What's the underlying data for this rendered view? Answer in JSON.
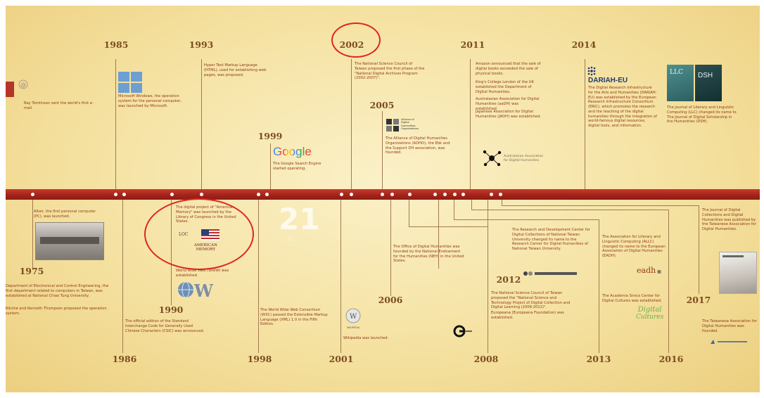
{
  "years": [
    {
      "id": "1975",
      "label": "1975"
    },
    {
      "id": "1985",
      "label": "1985"
    },
    {
      "id": "1986",
      "label": "1986"
    },
    {
      "id": "1990",
      "label": "1990"
    },
    {
      "id": "1993",
      "label": "1993"
    },
    {
      "id": "1998",
      "label": "1998"
    },
    {
      "id": "1999",
      "label": "1999"
    },
    {
      "id": "2001",
      "label": "2001"
    },
    {
      "id": "2002",
      "label": "2002"
    },
    {
      "id": "2005",
      "label": "2005"
    },
    {
      "id": "2006",
      "label": "2006"
    },
    {
      "id": "2008",
      "label": "2008"
    },
    {
      "id": "2011",
      "label": "2011"
    },
    {
      "id": "2012",
      "label": "2012"
    },
    {
      "id": "2013",
      "label": "2013"
    },
    {
      "id": "2014",
      "label": "2014"
    },
    {
      "id": "2016",
      "label": "2016"
    },
    {
      "id": "2017",
      "label": "2017"
    }
  ],
  "events": {
    "e1983": "Ray Tomlinson sent the world's first e-mail.",
    "e1985": "Microsoft Windows, the operation system for the personal computer, was launched by Microsoft.",
    "e1993": "Hyper Text Markup Language (HTML), used for establishing web pages, was proposed.",
    "e1999": "The Google Search Engine started operating.",
    "e2002": "The National Science Council of Taiwan proposed the first phase of the \"National Digital Archives Program (2002-2007)\".",
    "e2005": "The Alliance of Digital Humanities Organizations (ADHO), the Ebk and the Support DH association, was founded.",
    "e2011a": "Amazon announced that the sale of digital books exceeded the sale of physical books.",
    "e2011b": "King's College London of the UK established the Department of Digital Humanities.",
    "e2011c": "Australasian Association for Digital Humanities (aaDH) was established.",
    "e2011d": "Japanese Association for Digital Humanities (JADH) was established.",
    "e2014a": "The Digital Research Infrastructure for the Arts and Humanities (DARIAH-EU) was established by the European Research Infrastructure Consortium (ERIC), which promotes the research and the teaching of the digital humanities through the integration of world-famous digital resources, digital tools, and information.",
    "e2014b": "The journal of Literary and Linguistic Computing (LLC) changed its name to The Journal of Digital Scholarship in the Humanities (DSH).",
    "e1975": "Altair, the first personal computer (PC), was launched.",
    "e1986": "Department of Electronical and Control Engineering, the first department related to computers in Taiwan, was established at National Chiao Tung University.",
    "e1986b": "Ritchie and Kenneth Thompson proposed the operation system.",
    "e1990a": "The digital project of \"American Memory\" was launched by the Library of Congress in the United States.",
    "e1990b": "World Wide Web (WWW) was established.",
    "e1990c": "The official edition of the Standard Interchange Code for Generally Used Chinese Characters (CSIC) was announced.",
    "e1998": "The World Wide Web Consortium (W3C) passed the Extensible Markup Language (XML) 1.0 in the Fifth Edition.",
    "e2001": "Wikipedia was launched.",
    "e2006": "The Office of Digital Humanities was founded by the National Endowment for the Humanities (NEH) in the United States.",
    "e2008a": "The National Science Council of Taiwan proposed the \"National Science and Technology Project of Digital Collection and Digital Learning (2008-2012)\".",
    "e2008b": "Europeana (Europeana Foundation) was established.",
    "e2012": "The Research and Development Center for Digital Collections of National Taiwan University changed its name to the Research Center for Digital Humanities of National Taiwan University.",
    "e2013a": "The Association for Literary and Linguistic Computing (ALLC) changed its name to the European Association of Digital Humanities (EADH).",
    "e2013b": "The Academia Sinica Center for Digital Cultures was established.",
    "e2016": "The Journal of Digital Collections and Digital Humanities was published by the Taiwanese Association for Digital Humanities.",
    "e2017": "The Taiwanese Association for Digital Humanities was founded."
  },
  "logos": {
    "google": "Google",
    "dariah": "DARIAH-EU",
    "american_memory_a": "AMERICAN",
    "american_memory_b": "MEMORY",
    "dsh": "DSH",
    "eadh": "eadh",
    "digital_a": "Digital",
    "digital_b": "Cultures",
    "wiki": "WIKIPEDIA",
    "adh": "Australasian Association for Digital Humanities",
    "adho_a": "Alliance of",
    "adho_b": "Digital",
    "adho_c": "Humanities",
    "adho_d": "Organizations"
  },
  "watermark": {
    "big": "21",
    "small": "c."
  },
  "colors": {
    "band": "#a3241b",
    "highlight_ring": "#e0261d",
    "year": "#7b4d20",
    "event_text": "#8e3a1a"
  }
}
